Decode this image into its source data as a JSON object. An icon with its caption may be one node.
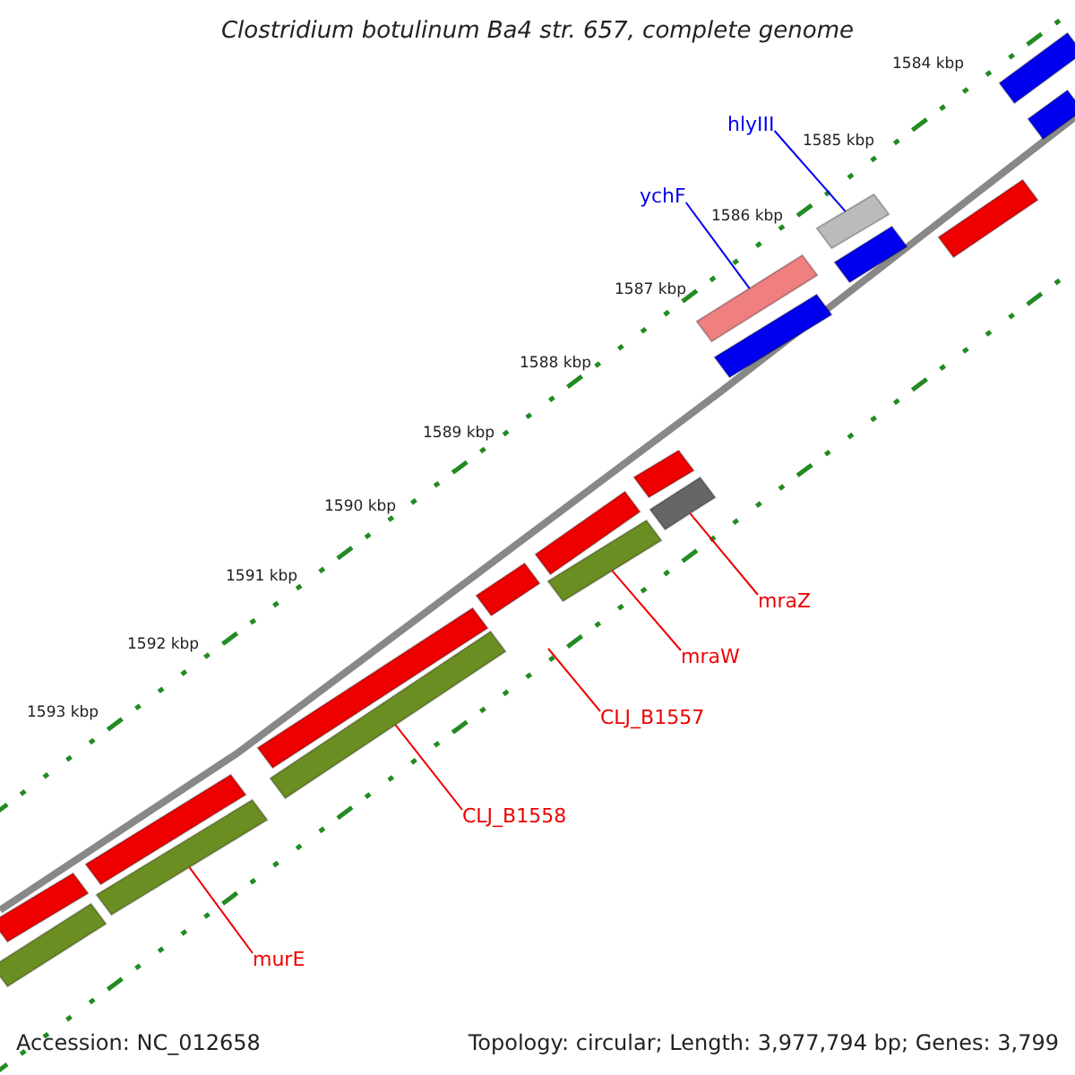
{
  "diagram": {
    "title": "Clostridium botulinum Ba4 str. 657, complete genome",
    "nodes": [
      {
        "text": [
          "hlyIII"
        ]
      },
      {
        "text": [
          "ychF"
        ]
      },
      {
        "text": [
          "mraZ"
        ]
      },
      {
        "text": [
          "mraW"
        ]
      },
      {
        "text": [
          "CLJ_B1557"
        ]
      },
      {
        "text": [
          "CLJ_B1558"
        ]
      },
      {
        "text": [
          "murE"
        ]
      },
      {
        "text": [],
        "shape": "bar"
      },
      {
        "text": [],
        "shape": "bar"
      },
      {
        "text": [],
        "shape": "bar"
      },
      {
        "text": [],
        "shape": "bar"
      },
      {
        "text": [],
        "shape": "bar"
      },
      {
        "text": [],
        "shape": "bar"
      },
      {
        "text": [],
        "shape": "bar"
      },
      {
        "text": [],
        "shape": "bar"
      },
      {
        "text": [],
        "shape": "bar"
      },
      {
        "text": [],
        "shape": "bar"
      },
      {
        "text": [],
        "shape": "bar"
      },
      {
        "text": [],
        "shape": "bar"
      },
      {
        "text": [],
        "shape": "bar"
      },
      {
        "text": [],
        "shape": "bar"
      },
      {
        "text": [],
        "shape": "bar"
      },
      {
        "text": [],
        "shape": "bar"
      },
      {
        "text": [],
        "shape": "bar"
      },
      {
        "text": [],
        "shape": "bar"
      }
    ],
    "edges": [
      {
        "from": 0,
        "to": 10,
        "arrow": "none",
        "color": "#0000ee"
      },
      {
        "from": 1,
        "to": 12,
        "arrow": "none",
        "color": "#0000ee"
      },
      {
        "from": 2,
        "to": 15,
        "arrow": "none"
      },
      {
        "from": 3,
        "to": 17,
        "arrow": "none"
      },
      {
        "from": 4,
        "to": null,
        "arrow": "none"
      },
      {
        "from": 5,
        "to": 20,
        "arrow": "none"
      },
      {
        "from": 6,
        "to": 22,
        "arrow": "none"
      }
    ],
    "labels": [
      "1584 kbp",
      "1585 kbp",
      "1586 kbp",
      "1587 kbp",
      "1588 kbp",
      "1589 kbp",
      "1590 kbp",
      "1591 kbp",
      "1592 kbp",
      "1593 kbp",
      "Accession: NC_012658",
      "Topology: circular; Length: 3,977,794 bp; Genes: 3,799"
    ]
  }
}
